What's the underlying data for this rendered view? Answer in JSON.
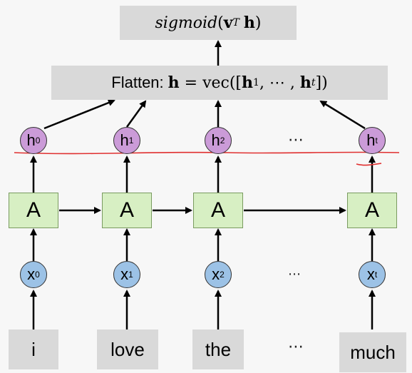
{
  "top": {
    "func": "sigmoid",
    "open": "(",
    "v": "v",
    "sup": "T",
    "h": "h",
    "close": ")"
  },
  "flatten": {
    "label": "Flatten:",
    "h": "h",
    "eq": " = vec([",
    "h1": "h",
    "sub1": "1",
    "mid": ", ⋯ , ",
    "ht": "h",
    "subt": "t",
    "end": "])"
  },
  "hidden": [
    {
      "base": "h",
      "sub": "0"
    },
    {
      "base": "h",
      "sub": "1"
    },
    {
      "base": "h",
      "sub": "2"
    },
    {
      "base": "h",
      "sub": "t"
    }
  ],
  "cells": [
    "A",
    "A",
    "A",
    "A"
  ],
  "inputs": [
    {
      "base": "x",
      "sub": "0"
    },
    {
      "base": "x",
      "sub": "1"
    },
    {
      "base": "x",
      "sub": "2"
    },
    {
      "base": "x",
      "sub": "t"
    }
  ],
  "words": [
    "i",
    "love",
    "the",
    "much"
  ],
  "ellipsis": "⋯",
  "colors": {
    "hidden_fill": "#cb9bd8",
    "input_fill": "#9cc2e6",
    "cell_fill": "#d7efc3",
    "box_fill": "#d9d9d9",
    "annotation": "#e03030"
  }
}
